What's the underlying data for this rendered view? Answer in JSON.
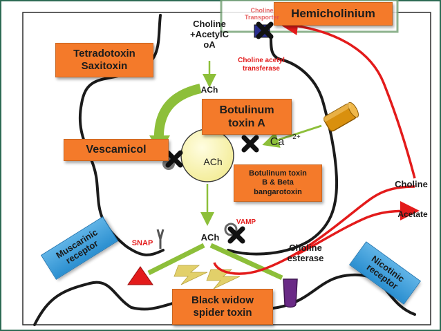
{
  "labels": {
    "choline_acetylcoa": "Choline\n+AcetylC\noA",
    "choline_transporter": "Choline\nTransporter",
    "choline_acetyl_transferase": "Choline acetyl\ntransferase",
    "ach_top": "ACh",
    "ach_vesicle": "ACh",
    "ach_bottom": "ACh",
    "ca_ion": "Ca",
    "ca_charge": "2+",
    "choline_right": "Choline",
    "acetate": "Acetate",
    "vamp": "VAMP",
    "snap": "SNAP",
    "choline_esterase": "Choline\nesterase"
  },
  "boxes": {
    "hemicholinium": "Hemicholinium",
    "tetradotoxin": "Tetradotoxin\nSaxitoxin",
    "botulinum_a": "Botulinum\ntoxin  A",
    "vescamicol": "Vescamicol",
    "botulinum_b": "Botulinum toxin\nB & Beta\nbangarotoxin",
    "black_widow": "Black widow\nspider toxin"
  },
  "receptors": {
    "muscarinic": "Muscarinic\nreceptor",
    "nicotinic": "Nicotinic\nreceptor"
  },
  "colors": {
    "orange": "#f47a2a",
    "green": "#8dbf3a",
    "blue": "#2b8fd0",
    "red_path": "#e31b1b",
    "vesicle": "#fbf7b6",
    "page_border": "#2d6b54"
  }
}
